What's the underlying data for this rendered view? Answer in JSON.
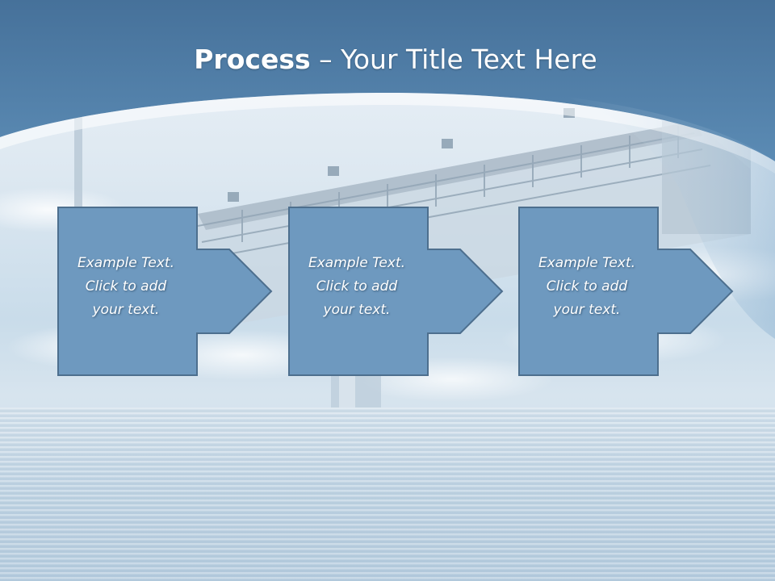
{
  "title": {
    "bold": "Process",
    "rest": " – Your Title Text Here"
  },
  "steps": [
    {
      "line1": "Example Text.",
      "line2": "Click  to add",
      "line3": "your text."
    },
    {
      "line1": "Example Text.",
      "line2": "Click  to add",
      "line3": "your text."
    },
    {
      "line1": "Example Text.",
      "line2": "Click  to add",
      "line3": "your text."
    }
  ],
  "colors": {
    "header": "#4f7fa8",
    "box": "#6e99bf",
    "box_border": "#4d6f8e"
  }
}
